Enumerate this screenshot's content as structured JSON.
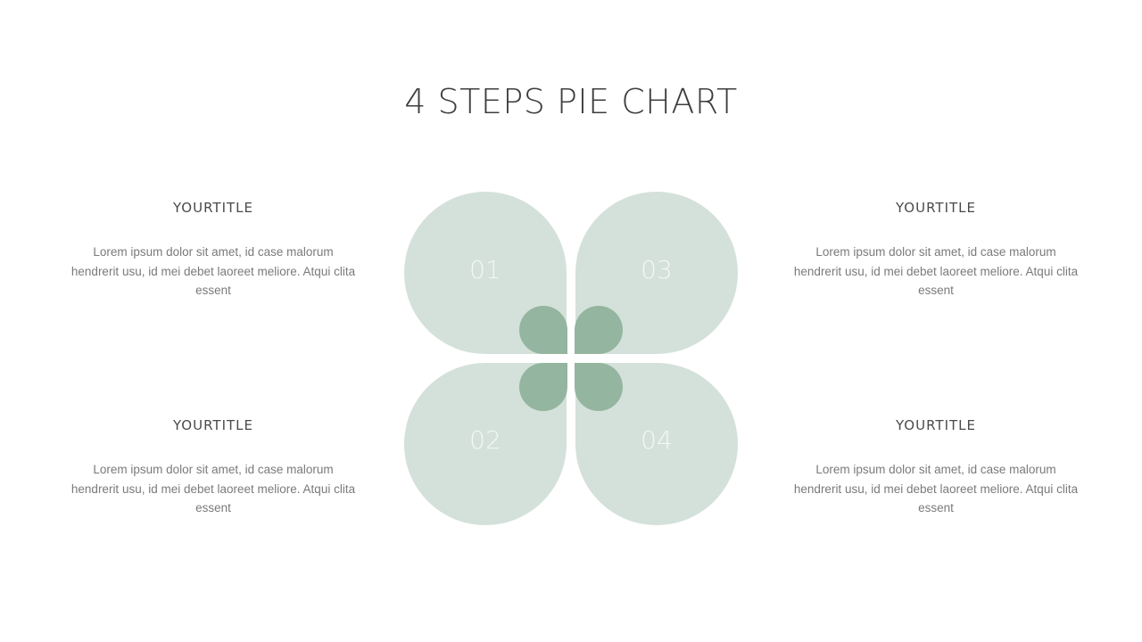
{
  "slide": {
    "title": "4 STEPS PIE CHART"
  },
  "blocks": [
    {
      "position": "top-left",
      "title": "YOURTITLE",
      "body": "Lorem ipsum dolor sit amet, id case malorum hendrerit usu, id mei debet laoreet meliore. Atqui clita essent"
    },
    {
      "position": "top-right",
      "title": "YOURTITLE",
      "body": "Lorem ipsum dolor sit amet, id case malorum hendrerit usu, id mei debet laoreet meliore. Atqui clita essent"
    },
    {
      "position": "bottom-left",
      "title": "YOURTITLE",
      "body": "Lorem ipsum dolor sit amet, id case malorum hendrerit usu, id mei debet laoreet meliore. Atqui clita essent"
    },
    {
      "position": "bottom-right",
      "title": "YOURTITLE",
      "body": "Lorem ipsum dolor sit amet, id case malorum hendrerit usu, id mei debet laoreet meliore. Atqui clita essent"
    }
  ],
  "petals": [
    {
      "number": "01"
    },
    {
      "number": "02"
    },
    {
      "number": "03"
    },
    {
      "number": "04"
    }
  ],
  "colors": {
    "petal_light": "#d4e1da",
    "petal_dark": "#94b59f",
    "petal_number": "#f3f7f4",
    "title": "#3d3d3d",
    "body_text": "#7a7a7a"
  }
}
